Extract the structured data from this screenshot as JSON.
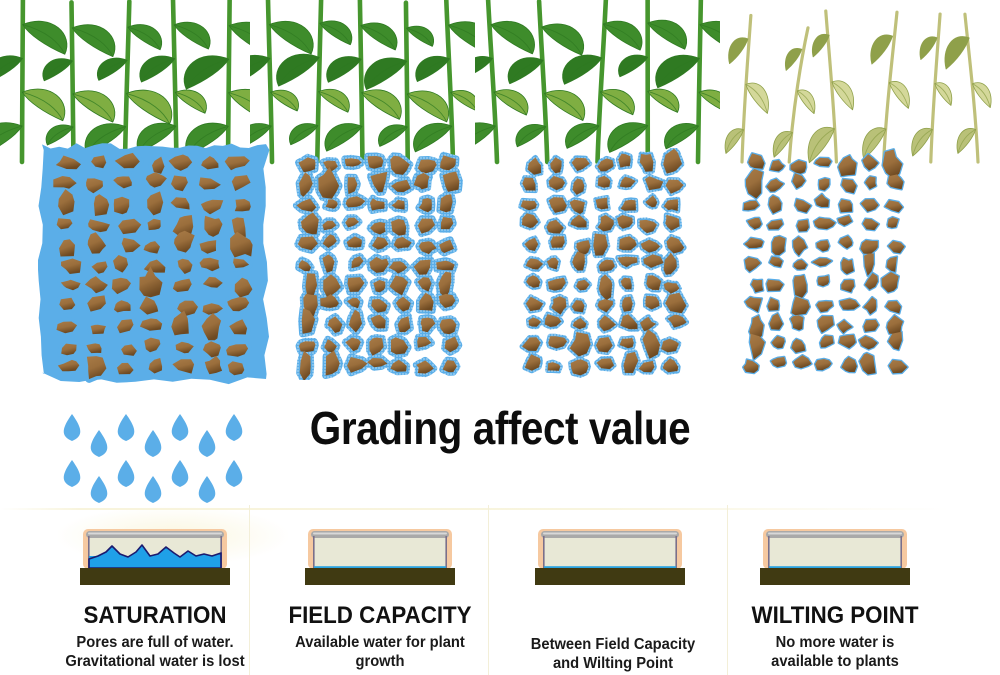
{
  "title": "Grading affect value",
  "colors": {
    "water": "#5BAEE8",
    "water_deep": "#1FA0E8",
    "soil_light": "#A87B47",
    "soil_dark": "#6E4A22",
    "leaf_green": "#3E8C2B",
    "leaf_green_light": "#7FAE42",
    "leaf_wilt": "#B9C178",
    "stem_green": "#46962E",
    "stem_wilt": "#BFC07A",
    "tray_frame": "#F6C9A0",
    "tray_interior": "#E8E8D6",
    "tray_base": "#403A12",
    "tray_rim": "#A9A9A9",
    "text": "#111111",
    "divider": "#F3EFD8"
  },
  "columns": [
    {
      "id": "saturation",
      "title": "SATURATION",
      "body": [
        "Pores are full of water.",
        "Gravitational water is lost"
      ],
      "plant_state": "healthy",
      "soil_state": "fully-saturated",
      "water_level": 1.0,
      "has_droplets": true,
      "tray_water": "high",
      "tray_surface": "waves"
    },
    {
      "id": "field-capacity",
      "title": "FIELD CAPACITY",
      "body": [
        "Available water for plant",
        "growth"
      ],
      "plant_state": "healthy",
      "soil_state": "films-thick",
      "water_level": 0.66,
      "has_droplets": false,
      "tray_water": "trace",
      "tray_surface": "flat"
    },
    {
      "id": "between-fc-and-wp",
      "title": "",
      "body": [
        "Between Field Capacity",
        "and Wilting Point"
      ],
      "plant_state": "healthy",
      "soil_state": "films-thin",
      "water_level": 0.4,
      "has_droplets": false,
      "tray_water": "trace",
      "tray_surface": "flat"
    },
    {
      "id": "wilting-point",
      "title": "WILTING POINT",
      "body": [
        "No more water is",
        "available to plants"
      ],
      "plant_state": "wilted",
      "soil_state": "outline-only",
      "water_level": 0.12,
      "has_droplets": false,
      "tray_water": "trace",
      "tray_surface": "flat"
    }
  ],
  "droplets": {
    "count": 14,
    "rows": 2,
    "per_row": 7
  }
}
